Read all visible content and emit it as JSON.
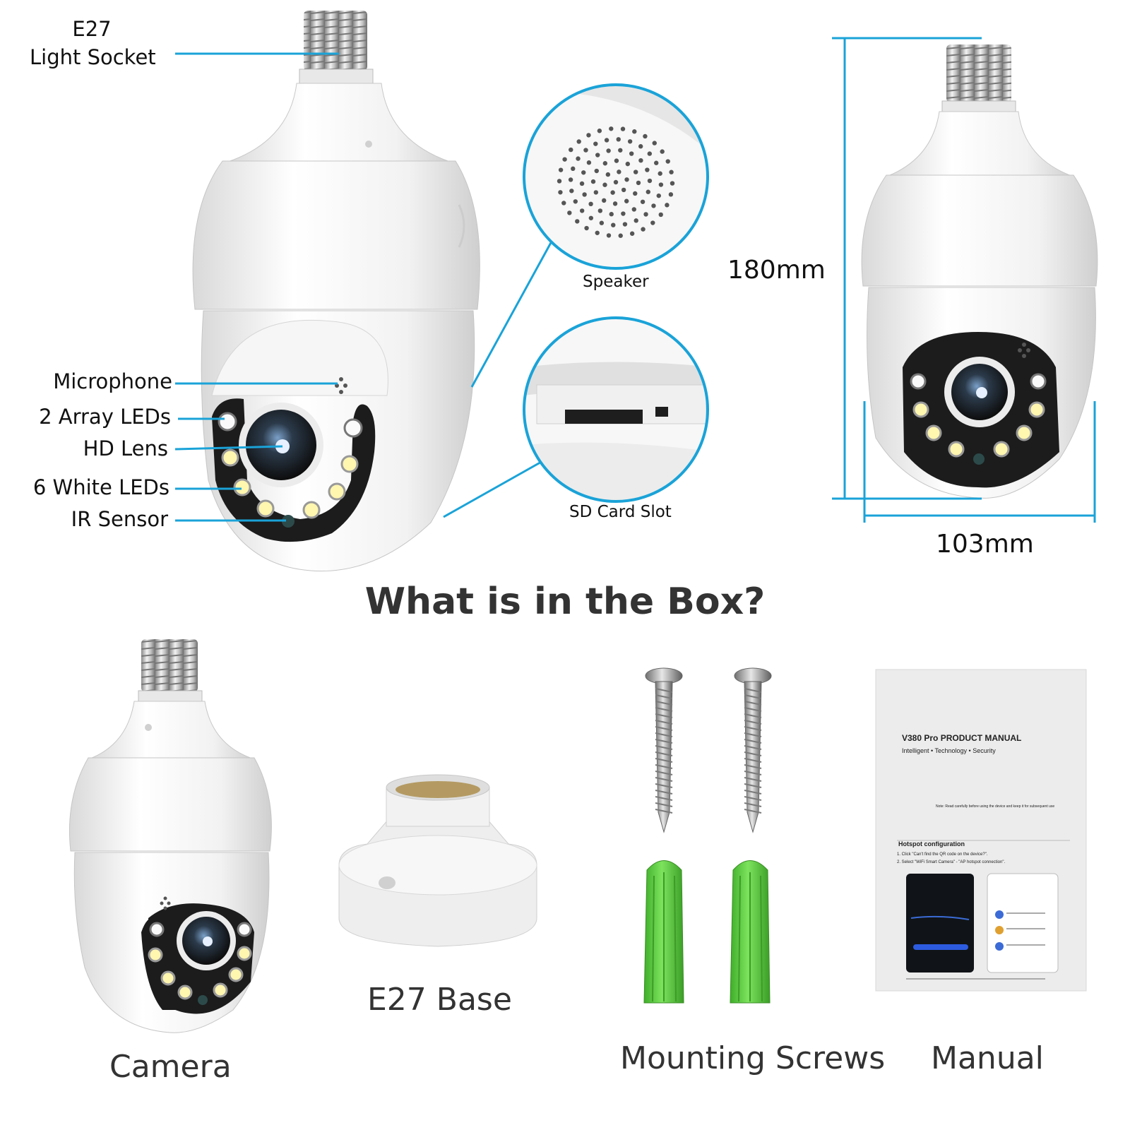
{
  "callouts": {
    "socket_line1": "E27",
    "socket_line2": "Light Socket",
    "microphone": "Microphone",
    "array_leds": "2 Array LEDs",
    "hd_lens": "HD Lens",
    "white_leds": "6 White LEDs",
    "ir_sensor": "IR Sensor",
    "speaker": "Speaker",
    "sd_card_slot": "SD Card Slot"
  },
  "dimensions": {
    "height": "180mm",
    "width": "103mm"
  },
  "box_title": "What is in the Box?",
  "box_items": {
    "camera": "Camera",
    "base": "E27 Base",
    "screws": "Mounting Screws",
    "manual": "Manual"
  },
  "manual_page": {
    "title": "V380 Pro PRODUCT MANUAL",
    "tagline": "Intelligent • Technology • Security",
    "note": "Note: Read carefully before using the device and keep it for subsequent use",
    "section": "Hotspot configuration",
    "step1": "1. Click \"Can't find the QR code on the device?\".",
    "step2": "2. Select \"WiFi Smart Camera\" - \"AP hotspot connection\"."
  },
  "colors": {
    "callout_line": "#1aa3d8",
    "camera_body": "#f4f4f4",
    "led_ring": "#1c1c1c",
    "anchor_green": "#66d34a"
  }
}
